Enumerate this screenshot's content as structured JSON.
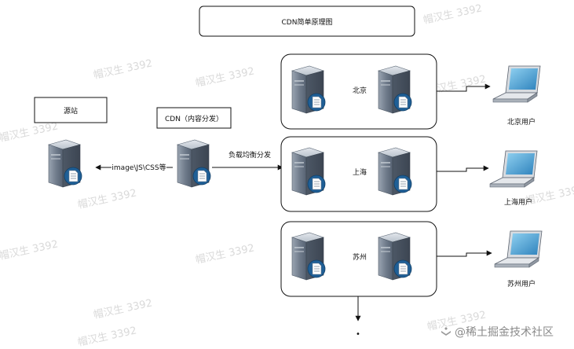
{
  "title": "CDN简单原理图",
  "origin": {
    "label": "源站",
    "edge_label": "image\\JS\\CSS等"
  },
  "cdn": {
    "label": "CDN（内容分发）",
    "edge_label": "负载均衡分发"
  },
  "regions": [
    {
      "name": "北京",
      "user_label": "北京用户"
    },
    {
      "name": "上海",
      "user_label": "上海用户"
    },
    {
      "name": "苏州",
      "user_label": "苏州用户"
    }
  ],
  "more_indicator": "•",
  "watermark_text": "帽汉生 3392",
  "brand": {
    "text": "@稀土掘金技术社区",
    "icon": "juejin-logo-icon"
  },
  "colors": {
    "server_body": "#7a8696",
    "server_light": "#c9d0d8",
    "doc_badge": "#1f5f96",
    "laptop_screen": "#5aa8d6",
    "line": "#111111"
  }
}
